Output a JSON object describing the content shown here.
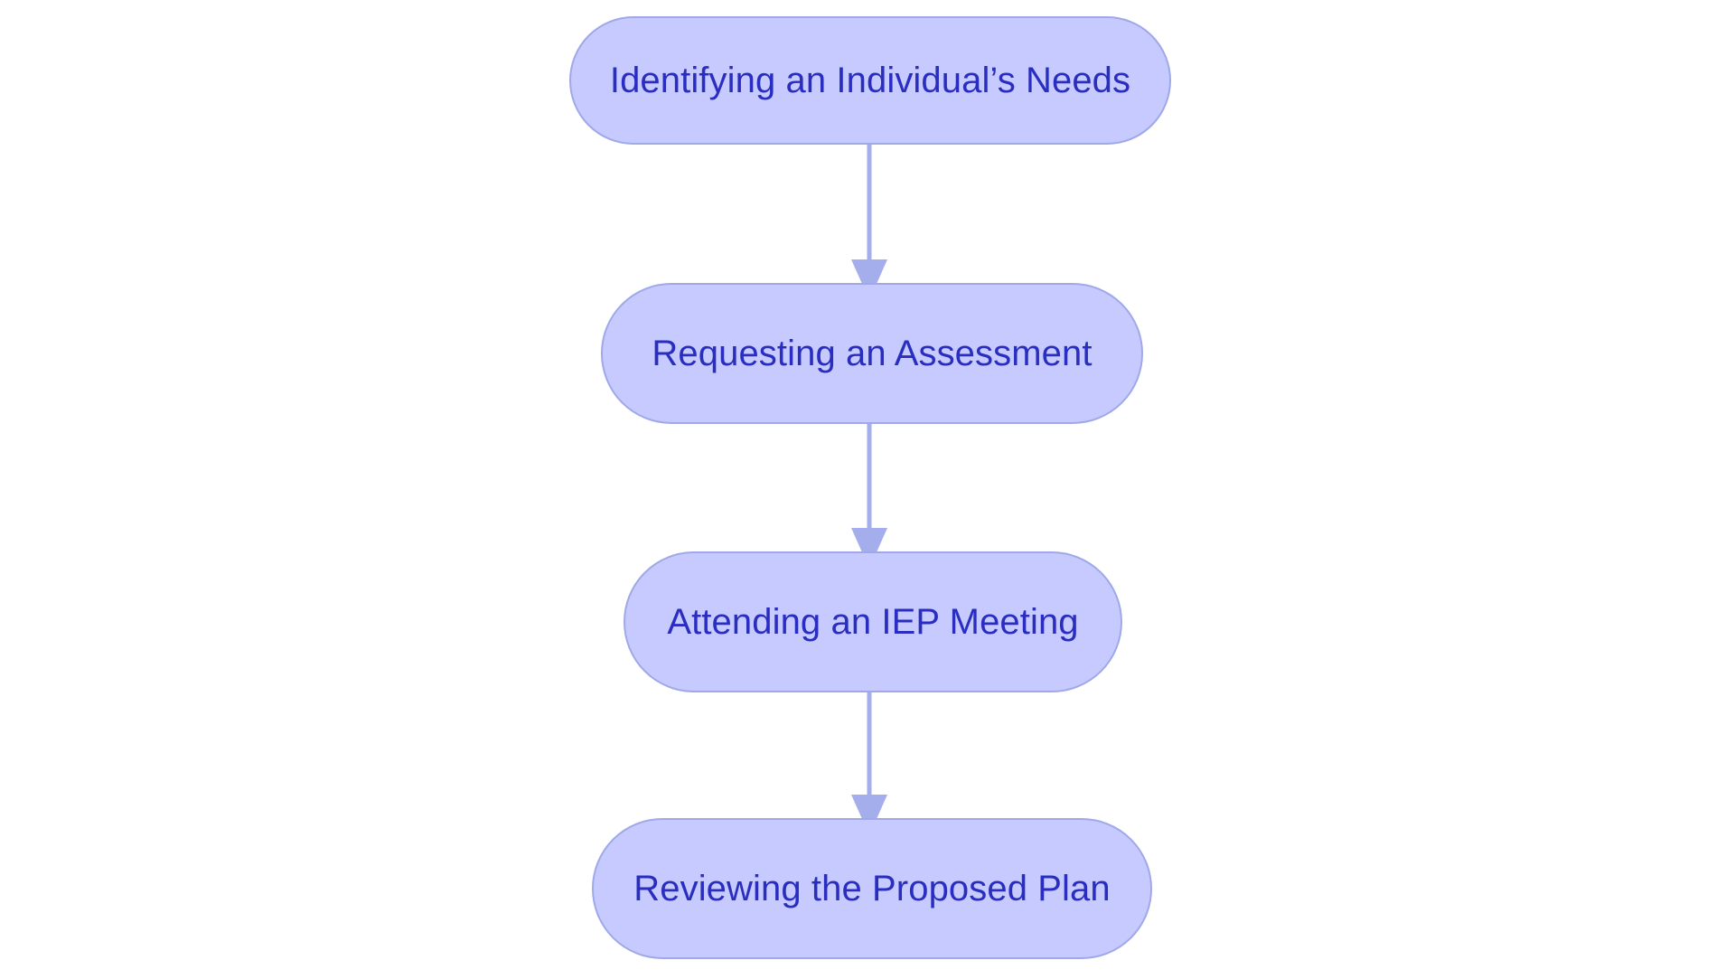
{
  "chart_data": {
    "type": "diagram",
    "diagram_type": "flowchart",
    "orientation": "vertical-top-to-bottom",
    "title": "",
    "background_color": "#ffffff",
    "node_fill_color": "#c6caff",
    "node_border_color": "#9fa8e8",
    "node_text_color": "#2a2ec0",
    "connector_color": "#a5aeed",
    "nodes": [
      {
        "id": "n0",
        "label": "Identifying an Individual’s Needs",
        "order": 1,
        "shape": "pill"
      },
      {
        "id": "n1",
        "label": "Requesting an Assessment",
        "order": 2,
        "shape": "pill"
      },
      {
        "id": "n2",
        "label": "Attending an IEP Meeting",
        "order": 3,
        "shape": "pill"
      },
      {
        "id": "n3",
        "label": "Reviewing the Proposed Plan",
        "order": 4,
        "shape": "pill"
      }
    ],
    "edges": [
      {
        "from": "n0",
        "to": "n1",
        "label": "",
        "arrowhead": "triangle",
        "direction": "down"
      },
      {
        "from": "n1",
        "to": "n2",
        "label": "",
        "arrowhead": "triangle",
        "direction": "down"
      },
      {
        "from": "n2",
        "to": "n3",
        "label": "",
        "arrowhead": "triangle",
        "direction": "down"
      }
    ]
  },
  "flowchart": {
    "nodes": [
      {
        "label": "Identifying an Individual’s Needs"
      },
      {
        "label": "Requesting an Assessment"
      },
      {
        "label": "Attending an IEP Meeting"
      },
      {
        "label": "Reviewing the Proposed Plan"
      }
    ]
  }
}
